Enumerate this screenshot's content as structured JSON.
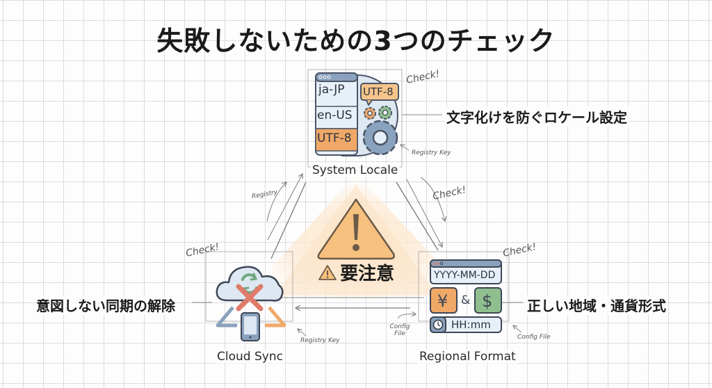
{
  "title": "失敗しないための3つのチェック",
  "center": {
    "warning_label": "要注意",
    "icon": "warning-triangle-icon"
  },
  "nodes": {
    "system_locale": {
      "label": "System Locale",
      "callout": "文字化けを防ぐロケール設定",
      "check": "Check!",
      "note": "Registry Key",
      "panel_items": [
        "ja-JP",
        "en-US",
        "UTF-8"
      ],
      "bubble": "UTF-8",
      "icons": [
        "browser-window-icon",
        "gear-icon"
      ]
    },
    "cloud_sync": {
      "label": "Cloud Sync",
      "callout": "意図しない同期の解除",
      "check": "Check!",
      "note": "Registry Key",
      "icons": [
        "cloud-icon",
        "sync-icon",
        "cross-icon",
        "tablet-icon"
      ]
    },
    "regional_format": {
      "label": "Regional Format",
      "callout": "正しい地域・通貨形式",
      "check": "Check!",
      "note": "Config File",
      "date_format": "YYYY-MM-DD",
      "yen_symbol": "¥",
      "ampersand": "&",
      "dollar_symbol": "$",
      "time_format": "HH:mm"
    }
  },
  "connectors": {
    "left_note": "Registry",
    "right_check": "Check!",
    "bottom_note": "Config File"
  },
  "colors": {
    "orange": "#f0a868",
    "green": "#8fbf8f",
    "blue_gray": "#8aa2bd",
    "light_blue": "#dde8f2",
    "warning_fill": "#f6c07e",
    "red_cross": "#e07a6a",
    "ink": "#3d4654"
  }
}
